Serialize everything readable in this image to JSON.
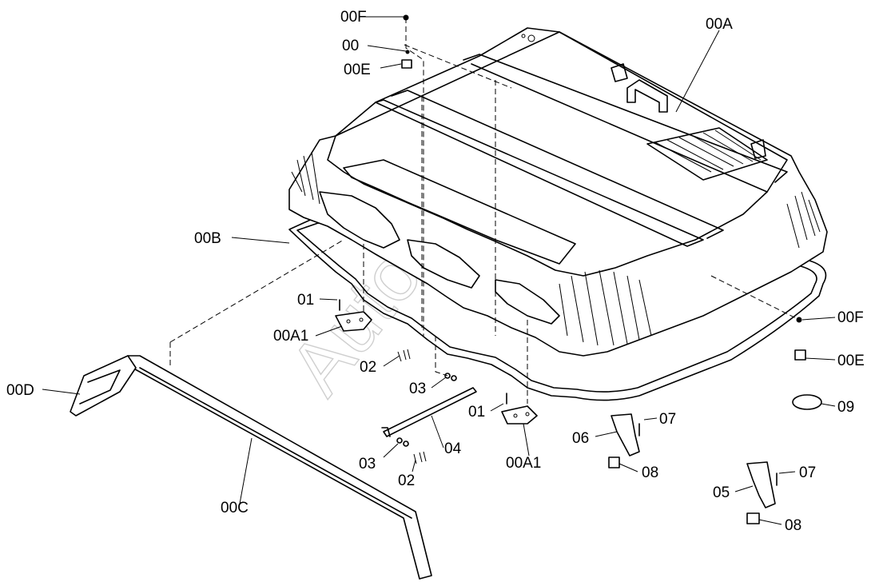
{
  "watermark": "AutoSoft",
  "labels": {
    "l00F_top": "00F",
    "l00_top": "00",
    "l00E_top": "00E",
    "l00A": "00A",
    "l00B": "00B",
    "l01_left": "01",
    "l00A1_left": "00A1",
    "l02_left": "02",
    "l00D": "00D",
    "l03_mid": "03",
    "l01_mid": "01",
    "l04": "04",
    "l03_low": "03",
    "l02_low": "02",
    "l00A1_mid": "00A1",
    "l00C": "00C",
    "l06": "06",
    "l07_mid": "07",
    "l08_mid": "08",
    "l00F_right": "00F",
    "l00E_right": "00E",
    "l09": "09",
    "l05": "05",
    "l07_low": "07",
    "l08_low": "08"
  }
}
